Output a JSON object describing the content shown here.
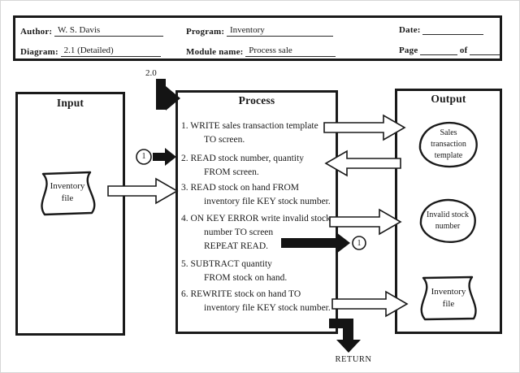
{
  "header": {
    "author": {
      "label": "Author:",
      "value": "W. S. Davis"
    },
    "program": {
      "label": "Program:",
      "value": "Inventory"
    },
    "date": {
      "label": "Date:",
      "value": ""
    },
    "diagram": {
      "label": "Diagram:",
      "value": "2.1  (Detailed)"
    },
    "module": {
      "label": "Module name:",
      "value": "Process sale"
    },
    "page": {
      "label": "Page",
      "of_label": "of"
    }
  },
  "input": {
    "title": "Input",
    "file": {
      "lines": [
        "Inventory",
        "file"
      ]
    }
  },
  "process": {
    "title": "Process",
    "entry_label": "2.0",
    "return_label": "RETURN",
    "steps": [
      {
        "lines": [
          "1. WRITE sales transaction template",
          "TO screen."
        ]
      },
      {
        "lines": [
          "2. READ stock number, quantity",
          "FROM screen."
        ]
      },
      {
        "lines": [
          "3. READ stock on hand FROM",
          "inventory file KEY stock number."
        ]
      },
      {
        "lines": [
          "4. ON KEY ERROR write invalid stock",
          "number TO screen",
          "REPEAT READ."
        ]
      },
      {
        "lines": [
          "5. SUBTRACT quantity",
          "FROM stock on hand."
        ]
      },
      {
        "lines": [
          "6. REWRITE stock on hand TO",
          "inventory file KEY stock number."
        ]
      }
    ]
  },
  "output": {
    "title": "Output",
    "shapes": [
      {
        "type": "display-blob",
        "lines": [
          "Sales",
          "transaction",
          "template"
        ]
      },
      {
        "type": "display-blob",
        "lines": [
          "Invalid stock",
          "number"
        ]
      },
      {
        "type": "file",
        "lines": [
          "Inventory",
          "file"
        ]
      }
    ]
  },
  "connectors": {
    "off_page_left": "1",
    "off_page_right": "1"
  },
  "colors": {
    "ink": "#1a1a1a",
    "paper": "#ffffff"
  }
}
